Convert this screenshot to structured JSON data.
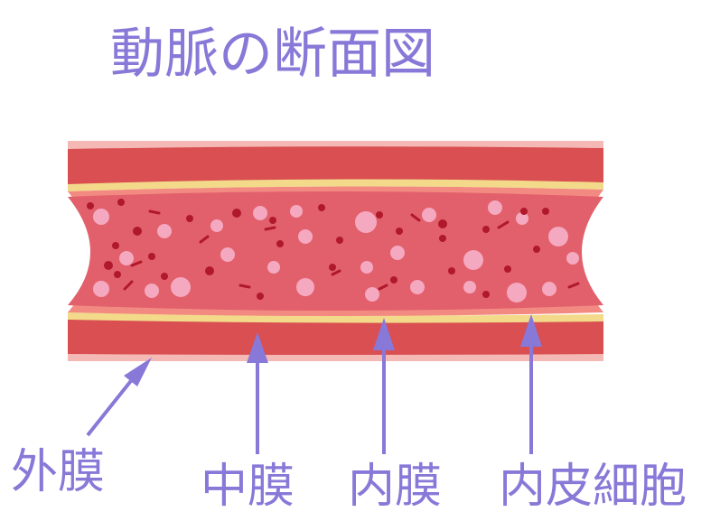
{
  "title": "動脈の断面図",
  "labels": {
    "adventitia": "外膜",
    "media": "中膜",
    "intima": "内膜",
    "endothelium": "内皮細胞"
  },
  "colors": {
    "text": "#8878d8",
    "arrow": "#8878d8",
    "outer_layer": "#f5b9b5",
    "wall": "#d94f52",
    "band": "#f3d98a",
    "lumen": "#e2606b",
    "lumen_edge": "#f28a82",
    "large_cell": "#f4a9c0",
    "dot": "#b0182b"
  }
}
